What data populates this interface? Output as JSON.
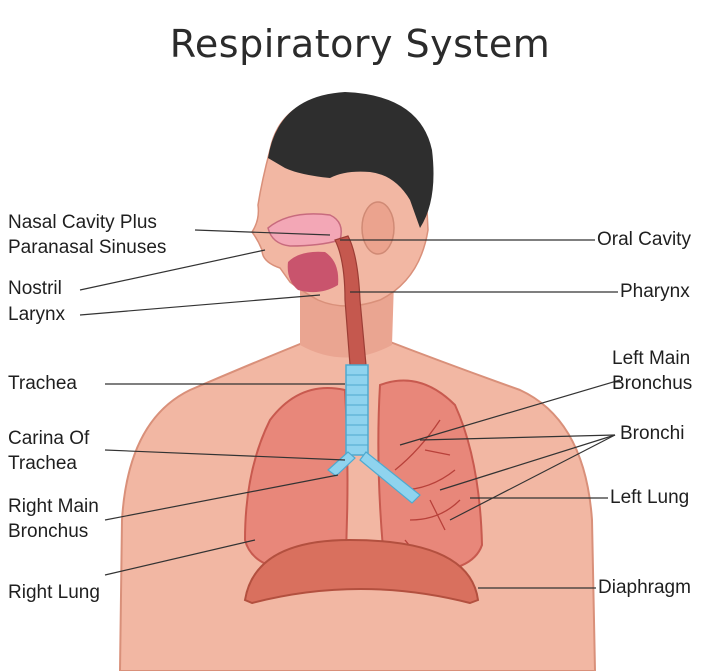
{
  "title": "Respiratory System",
  "labels": {
    "nasal_cavity": "Nasal Cavity Plus\nParanasal Sinuses",
    "nostril": "Nostril",
    "larynx": "Larynx",
    "trachea": "Trachea",
    "carina": "Carina Of\nTrachea",
    "right_main_bronchus": "Right Main\nBronchus",
    "right_lung": "Right Lung",
    "oral_cavity": "Oral Cavity",
    "pharynx": "Pharynx",
    "left_main_bronchus": "Left Main\nBronchus",
    "bronchi": "Bronchi",
    "left_lung": "Left Lung",
    "diaphragm": "Diaphragm"
  },
  "colors": {
    "skin": "#f2b7a3",
    "skin_shadow": "#e39c86",
    "hair": "#2e2e2e",
    "lung": "#e8877a",
    "lung_dark": "#c85a4f",
    "trachea": "#8fd3ee",
    "diaphragm": "#d9705e",
    "leader_line": "#333333"
  }
}
